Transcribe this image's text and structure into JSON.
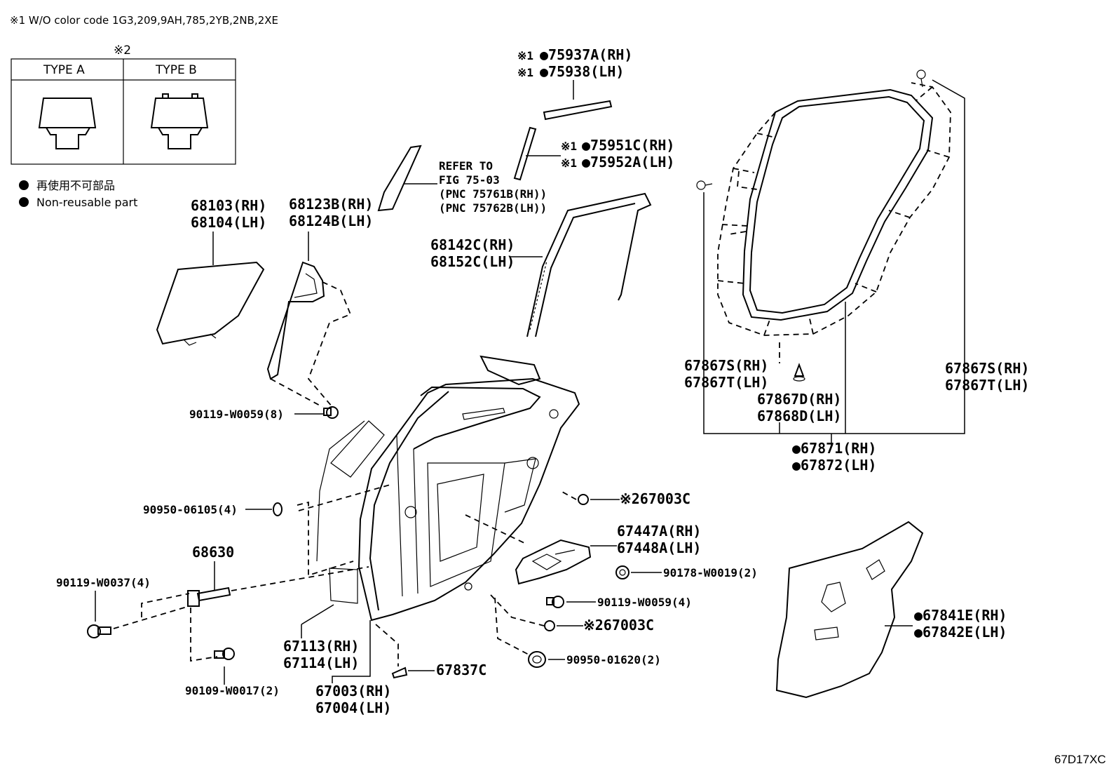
{
  "header": {
    "note": "※1 W/O color code 1G3,209,9AH,785,2YB,2NB,2XE",
    "table_ref": "※2",
    "type_a": "TYPE A",
    "type_b": "TYPE B"
  },
  "legend": {
    "jp": "再使用不可部品",
    "en": "Non-reusable part"
  },
  "refer": {
    "line1": "REFER TO",
    "line2": "FIG 75-03",
    "line3": "(PNC 75761B(RH))",
    "line4": "(PNC 75762B(LH))"
  },
  "labels": {
    "p75937a": "●75937A(RH)",
    "p75938": "●75938(LH)",
    "p75951c": "●75951C(RH)",
    "p75952a": "●75952A(LH)",
    "mark1": "※1",
    "p68103": "68103(RH)",
    "p68104": "68104(LH)",
    "p68123b": "68123B(RH)",
    "p68124b": "68124B(LH)",
    "p68142c": "68142C(RH)",
    "p68152c": "68152C(LH)",
    "p90119_8": "90119-W0059(8)",
    "p67867s_l": "67867S(RH)",
    "p67867t_l": "67867T(LH)",
    "p67867d": "67867D(RH)",
    "p67868d": "67868D(LH)",
    "p67867s_r": "67867S(RH)",
    "p67867t_r": "67867T(LH)",
    "p67871": "●67871(RH)",
    "p67872": "●67872(LH)",
    "p67003c_a": "※267003C",
    "p90950_4": "90950-06105(4)",
    "p67447a": "67447A(RH)",
    "p67448a": "67448A(LH)",
    "p68630": "68630",
    "p90178": "90178-W0019(2)",
    "p90119_37": "90119-W0037(4)",
    "p90119_4": "90119-W0059(4)",
    "p67841e": "●67841E(RH)",
    "p67842e": "●67842E(LH)",
    "p67003c_b": "※267003C",
    "p67113": "67113(RH)",
    "p67114": "67114(LH)",
    "p90950_2": "90950-01620(2)",
    "p90109": "90109-W0017(2)",
    "p67837c": "67837C",
    "p67003": "67003(RH)",
    "p67004": "67004(LH)"
  },
  "figure_code": "67D17XC"
}
